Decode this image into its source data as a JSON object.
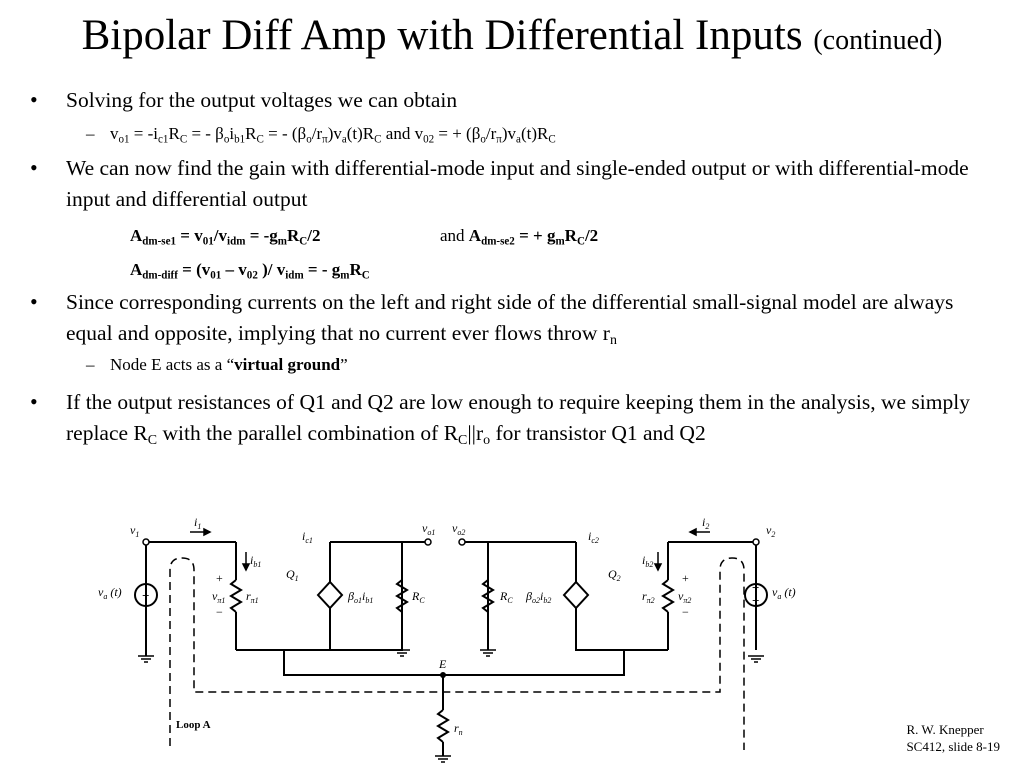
{
  "title": {
    "main": "Bipolar Diff Amp with Differential Inputs",
    "suffix": "(continued)"
  },
  "bullets": {
    "b1": "Solving for the output voltages we can obtain",
    "b2": "We can now find the gain with differential-mode input and single-ended output or with differential-mode input and differential output",
    "b3_prefix": "Since corresponding currents on the left and right side of the differential small-signal model are always equal and opposite, implying that no current ever flows throw r",
    "b3_sub": "n",
    "b4_a": "If the output resistances of Q1 and Q2 are low enough to require keeping them in the analysis, we simply replace R",
    "b4_b": "C",
    "b4_c": " with the parallel combination of R",
    "b4_d": "C",
    "b4_e": "||r",
    "b4_f": "o",
    "b4_g": " for transistor Q1 and Q2"
  },
  "sub_items": {
    "node_prefix": "Node E acts as a “",
    "node_bold": "virtual ground",
    "node_suffix": "”"
  },
  "equations": {
    "and1": "and",
    "and2": "and"
  },
  "circuit_labels": {
    "v1": "v",
    "v1s": "1",
    "i1": "i",
    "i1s": "1",
    "ib1": "i",
    "ib1s": "b1",
    "vpi1": "v",
    "vpi1s": "π1",
    "rpi1": "r",
    "rpi1s": "π1",
    "ic1": "i",
    "ic1s": "c1",
    "q1": "Q",
    "q1s": "1",
    "beta1": "β",
    "beta1s": "o1",
    "beta1i": "i",
    "beta1is": "b1",
    "rc1": "R",
    "rc1s": "C",
    "vo1": "v",
    "vo1s": "o1",
    "vo2": "v",
    "vo2s": "o2",
    "rc2": "R",
    "rc2s": "C",
    "beta2": "β",
    "beta2s": "o2",
    "beta2i": "i",
    "beta2is": "b2",
    "ic2": "i",
    "ic2s": "c2",
    "q2": "Q",
    "q2s": "2",
    "ib2": "i",
    "ib2s": "b2",
    "rpi2": "r",
    "rpi2s": "π2",
    "vpi2": "v",
    "vpi2s": "π2",
    "i2": "i",
    "i2s": "2",
    "v2": "v",
    "v2s": "2",
    "va_left": "v",
    "va_left_s": "a",
    "va_left_t": " (t)",
    "va_right": "v",
    "va_right_s": "a",
    "va_right_t": " (t)",
    "e": "E",
    "rn": "r",
    "rns": "n",
    "loop": "Loop A",
    "plus": "+",
    "minus": "−"
  },
  "credit": {
    "line1": "R. W. Knepper",
    "line2": "SC412, slide 8-19"
  }
}
